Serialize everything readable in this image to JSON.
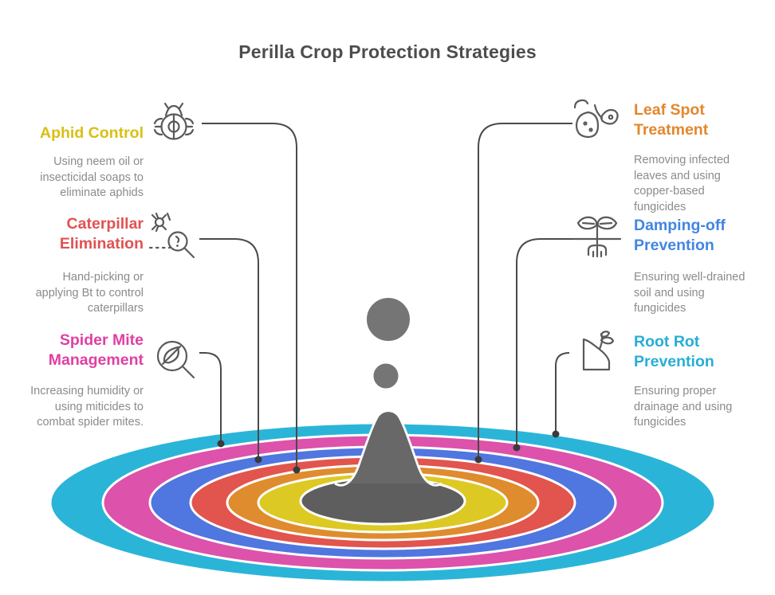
{
  "title": "Perilla Crop Protection Strategies",
  "items": [
    {
      "id": "aphid-control",
      "title": "Aphid Control",
      "title_lines": [
        "Aphid Control"
      ],
      "description": "Using neem oil or insecticidal soaps to eliminate aphids",
      "description_lines": [
        "Using neem oil or",
        "insecticidal soaps to",
        "eliminate aphids"
      ],
      "accent_color": "#d9c013",
      "icon": "ladybug-icon",
      "side": "left"
    },
    {
      "id": "caterpillar-elimination",
      "title": "Caterpillar Elimination",
      "title_lines": [
        "Caterpillar",
        "Elimination"
      ],
      "description": "Hand-picking or applying Bt to control caterpillars",
      "description_lines": [
        "Hand-picking or",
        "applying Bt to control",
        "caterpillars"
      ],
      "accent_color": "#e05252",
      "icon": "bug-magnifier-icon",
      "side": "left"
    },
    {
      "id": "spider-mite-management",
      "title": "Spider Mite Management",
      "title_lines": [
        "Spider Mite",
        "Management"
      ],
      "description": "Increasing humidity or using miticides to combat spider mites.",
      "description_lines": [
        "Increasing humidity or",
        "using miticides to",
        "combat spider mites."
      ],
      "accent_color": "#e03fa4",
      "icon": "leaf-magnifier-icon",
      "side": "left"
    },
    {
      "id": "leaf-spot-treatment",
      "title": "Leaf Spot Treatment",
      "title_lines": [
        "Leaf Spot",
        "Treatment"
      ],
      "description": "Removing infected leaves and using copper-based fungicides",
      "description_lines": [
        "Removing infected",
        "leaves and using",
        "copper-based",
        "fungicides"
      ],
      "accent_color": "#e2882c",
      "icon": "infected-leaves-icon",
      "side": "right"
    },
    {
      "id": "damping-off-prevention",
      "title": "Damping-off Prevention",
      "title_lines": [
        "Damping-off",
        "Prevention"
      ],
      "description": "Ensuring well-drained soil and using fungicides",
      "description_lines": [
        "Ensuring well-drained",
        "soil and using",
        "fungicides"
      ],
      "accent_color": "#4285e4",
      "icon": "seedling-roots-icon",
      "side": "right"
    },
    {
      "id": "root-rot-prevention",
      "title": "Root Rot Prevention",
      "title_lines": [
        "Root Rot",
        "Prevention"
      ],
      "description": "Ensuring proper drainage and using fungicides",
      "description_lines": [
        "Ensuring proper",
        "drainage and using",
        "fungicides"
      ],
      "accent_color": "#26aed6",
      "icon": "plant-drainage-icon",
      "side": "right"
    }
  ],
  "ripple": {
    "ring_colors_outer_to_inner": [
      "#2ab5d8",
      "#dd52ab",
      "#5076df",
      "#e2544e",
      "#df8c2e",
      "#ddc923",
      "#5e5e5e"
    ],
    "ring_stroke": "#ffffff",
    "droplet_color": "#757575",
    "splash_color": "#686868"
  },
  "connectors": {
    "color": "#4a4a4a",
    "dot_color": "#3a3a3a"
  },
  "decorations": {
    "title_color": "#4d4d4d",
    "description_color": "#8b8b8b",
    "icon_color": "#5a5a5a"
  }
}
